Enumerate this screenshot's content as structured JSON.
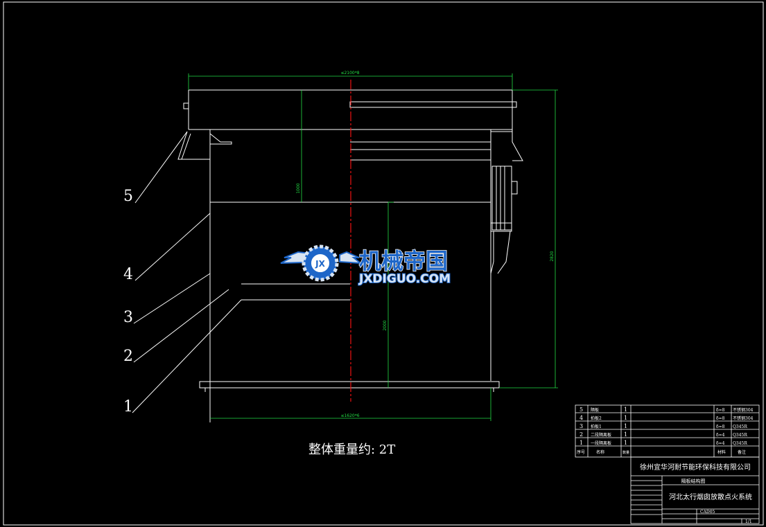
{
  "drawing": {
    "part_labels": [
      "5",
      "4",
      "3",
      "2",
      "1"
    ],
    "weight_note": "整体重量约:  2T",
    "dims": {
      "top_width": "≤2100*8",
      "bottom_width": "≤1620*6",
      "total_height": "2820",
      "upper_height": "1000",
      "lower_height": "2000"
    }
  },
  "watermark": {
    "cn": "机械帝国",
    "en": "JXDIGUO.COM",
    "badge": "JX"
  },
  "parts_table": {
    "rows": [
      {
        "no": "5",
        "name": "隔板",
        "qty": "1",
        "spec": "δ=8",
        "material": "不锈钢304"
      },
      {
        "no": "4",
        "name": "拍板2",
        "qty": "1",
        "spec": "δ=8",
        "material": "不锈钢304"
      },
      {
        "no": "3",
        "name": "拍板1",
        "qty": "1",
        "spec": "δ=8",
        "material": "Q345R"
      },
      {
        "no": "2",
        "name": "二段隔离板",
        "qty": "1",
        "spec": "δ=4",
        "material": "Q345R"
      },
      {
        "no": "1",
        "name": "一段隔离板",
        "qty": "1",
        "spec": "δ=4",
        "material": "Q345R"
      }
    ],
    "header": [
      "序号",
      "名称",
      "数量",
      "材料",
      "备注"
    ]
  },
  "title_block": {
    "company": "徐州宜华河耐节能环保科技有限公司",
    "drawing_name": "隔板结构图",
    "project": "河北太行烟囱放散点火系统",
    "code": "CAD05",
    "sheet": "1/1"
  },
  "colors": {
    "line": "#ffffff",
    "dimension": "#22dd44",
    "centerline": "#ee1111",
    "watermark_blue": "#1e66c8"
  }
}
